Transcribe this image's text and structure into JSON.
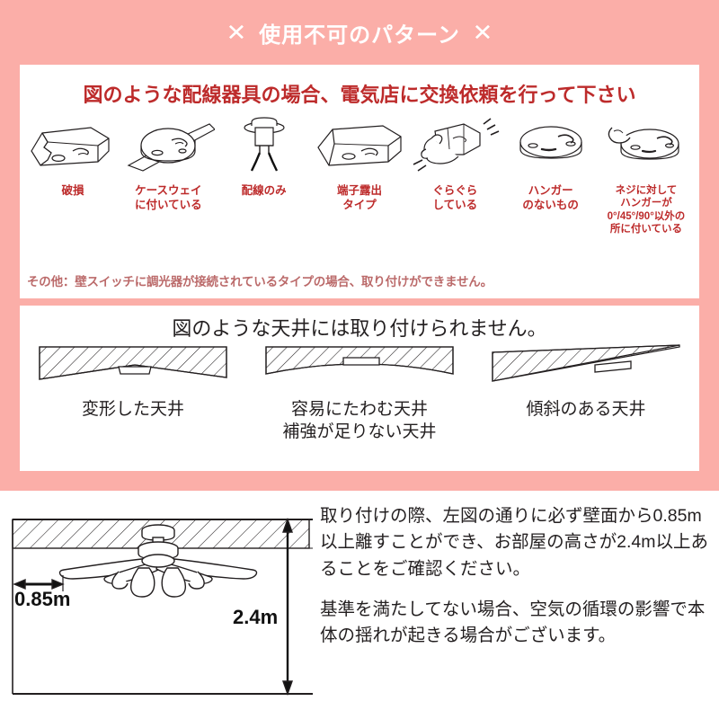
{
  "header": {
    "title": "使用不可のパターン",
    "mark_left": "✕",
    "mark_right": "✕",
    "bg_color": "#fbaea8",
    "text_color": "#ffffff"
  },
  "wiring_panel": {
    "heading": "図のような配線器具の場合、電気店に交換依頼を行って下さい",
    "heading_color": "#bd2b2b",
    "items": [
      {
        "icon": "broken-wiring-device-icon",
        "label": "破損"
      },
      {
        "icon": "caseway-mounted-rosette-icon",
        "label": "ケースウェイ\nに付いている"
      },
      {
        "icon": "bare-wires-only-icon",
        "label": "配線のみ"
      },
      {
        "icon": "exposed-terminal-type-icon",
        "label": "端子露出\nタイプ"
      },
      {
        "icon": "wobbling-hand-icon",
        "label": "ぐらぐら\nしている"
      },
      {
        "icon": "rosette-without-hanger-icon",
        "label": "ハンガー\nのないもの"
      },
      {
        "icon": "hanger-angle-icon",
        "label": "ネジに対して\nハンガーが\n0°/45°/90°以外の\n所に付いている"
      }
    ],
    "footnote": "その他：壁スイッチに調光器が接続されているタイプの場合、取り付けができません。",
    "footnote_color": "#bb6a6a"
  },
  "ceiling_panel": {
    "heading": "図のような天井には取り付けられません。",
    "heading_color": "#231f20",
    "items": [
      {
        "icon": "deformed-ceiling-icon",
        "label": "変形した天井"
      },
      {
        "icon": "sagging-ceiling-icon",
        "label": "容易にたわむ天井\n補強が足りない天井"
      },
      {
        "icon": "sloped-ceiling-icon",
        "label": "傾斜のある天井"
      }
    ]
  },
  "clearance_section": {
    "diagram": {
      "icon": "ceiling-fan-clearance-diagram",
      "horizontal_label": "0.85m",
      "vertical_label": "2.4m"
    },
    "paragraphs": [
      "取り付けの際、左図の通りに必ず壁面から0.85m以上離すことができ、お部屋の高さが2.4m以上あることをご確認ください。",
      "基準を満たしてない場合、空気の循環の影響で本体の揺れが起きる場合がございます。"
    ]
  }
}
